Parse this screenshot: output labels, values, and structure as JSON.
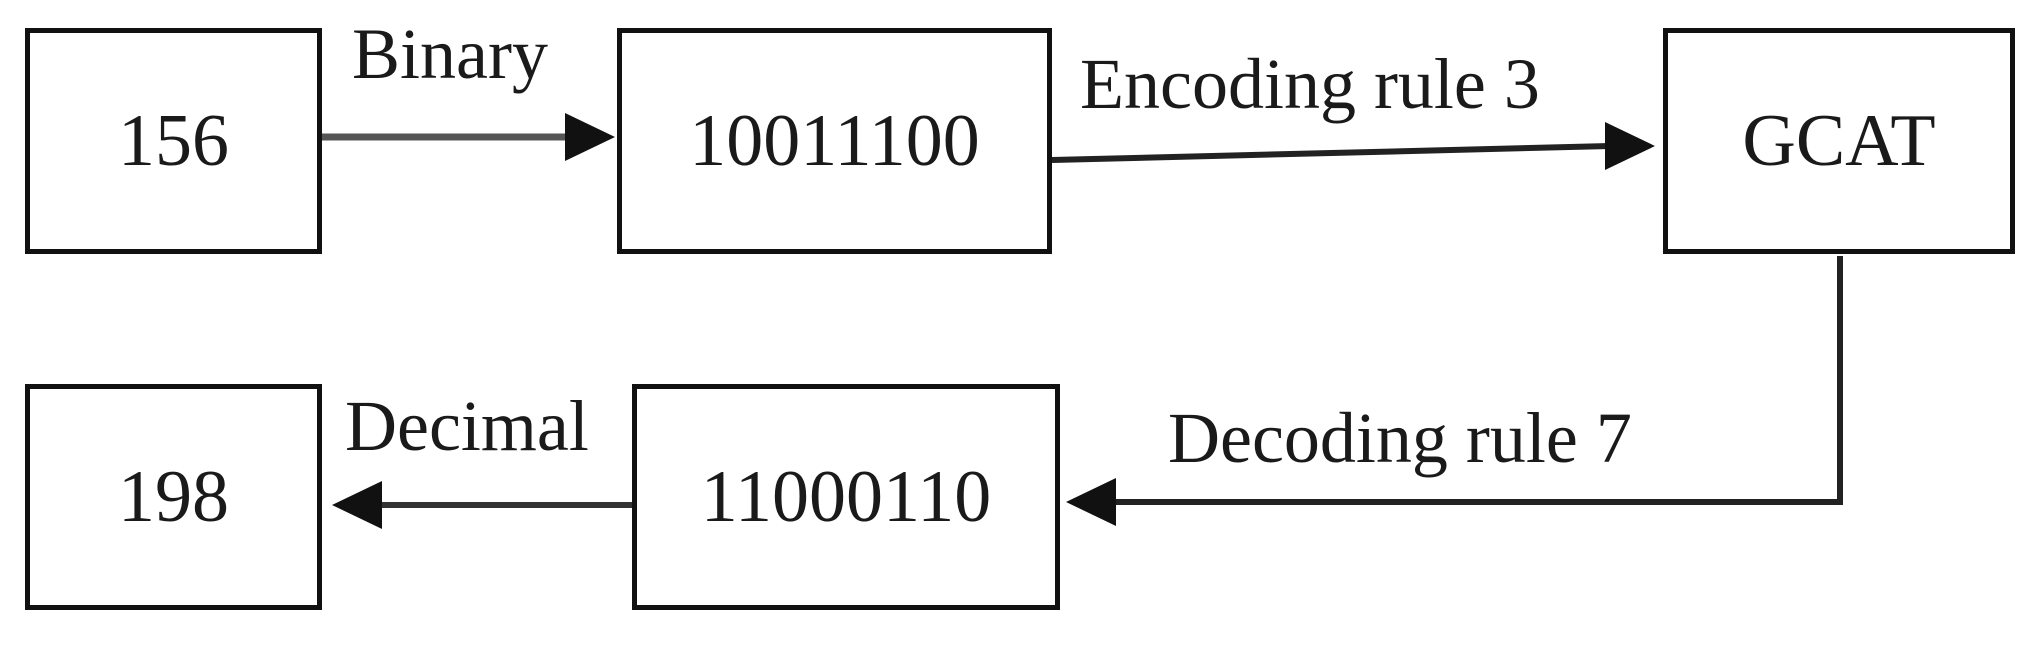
{
  "diagram": {
    "nodes": {
      "n156": "156",
      "n10011100": "10011100",
      "gcat": "GCAT",
      "n11000110": "11000110",
      "n198": "198"
    },
    "edges": {
      "binary": "Binary",
      "encoding": "Encoding rule 3",
      "decoding": "Decoding rule 7",
      "decimal": "Decimal"
    }
  }
}
